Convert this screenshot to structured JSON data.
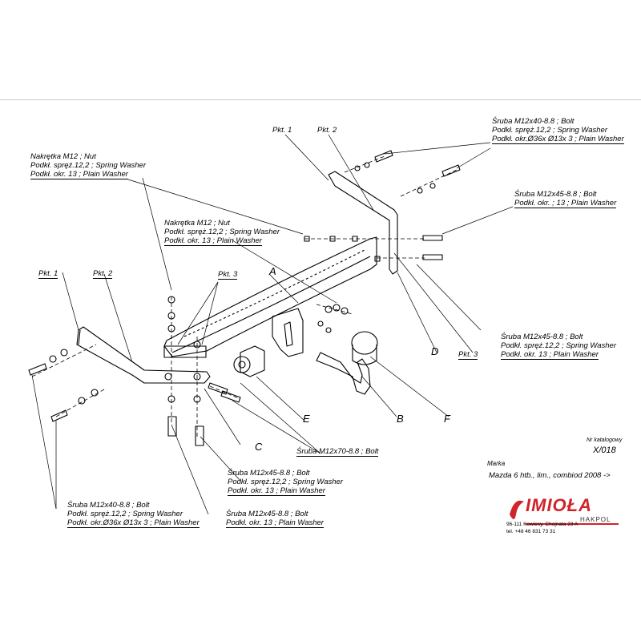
{
  "labels": {
    "top_right_bolt": [
      "Śruba M12x40-8.8 ;  Bolt",
      "Podkł. spręż.12,2 ; Spring Washer",
      "Podkł. okr.Ø36x Ø13x 3 ; Plain Washer"
    ],
    "mid_right_bolt": [
      "Śruba M12x45-8.8 ;  Bolt",
      "Podkł. okr. ; 13 ; Plain Washer"
    ],
    "right_bolt_lower": [
      "Śruba M12x45-8.8 ;  Bolt",
      "Podkł. spręż.12,2 ; Spring Washer",
      "Podkł. okr. 13 ; Plain Washer"
    ],
    "nut_top_left": [
      "Nakrętka  M12 ; Nut",
      "Podkł. spręż.12,2 ; Spring Washer",
      "Podkł. okr. 13 ; Plain Washer"
    ],
    "nut_mid": [
      "Nakrętka  M12 ; Nut",
      "Podkł. spręż.12,2 ; Spring Washer",
      "Podkł. okr. 13 ; Plain Washer"
    ],
    "bottom_left_bolt": [
      "Śruba M12x40-8.8 ;  Bolt",
      "Podkł. spręż.12,2 ; Spring Washer",
      "Podkł. okr.Ø36x Ø13x 3 ; Plain Washer"
    ],
    "bottom_mid_bolt_a": [
      "Śruba M12x45-8.8 ;  Bolt",
      "Podkł. spręż.12,2 ; Spring Washer",
      "Podkł. okr. 13 ; Plain Washer"
    ],
    "bottom_mid_bolt_b": [
      "Śruba M12x45-8.8 ;  Bolt",
      "Podkł. okr. 13 ; Plain Washer"
    ],
    "bolt_m12x70": "Śruba M12x70-8.8 ;  Bolt",
    "pkt1": "Pkt. 1",
    "pkt2": "Pkt. 2",
    "pkt3": "Pkt. 3",
    "letters": {
      "A": "A",
      "B": "B",
      "C": "C",
      "D": "D",
      "E": "E",
      "F": "F"
    }
  },
  "catalog": {
    "nr_label": "Nr katalogowy",
    "nr_value": "X/018",
    "marka_label": "Marka",
    "model": "Mazda 6 htb., lim., combi",
    "year": "od 2008 ->"
  },
  "brand": {
    "name": "IMIOŁA",
    "sub": "HAKPOL",
    "address": "96-111 Kowiesy, Chojnata 23 A",
    "tel": "tel. +48 46 831 73 31",
    "color": "#d1232a"
  }
}
